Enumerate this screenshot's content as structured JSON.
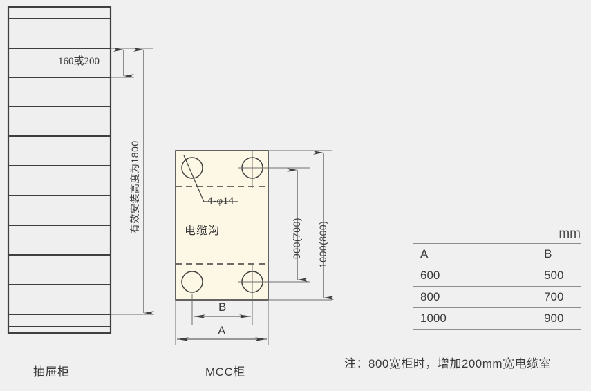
{
  "drawing": {
    "units_label": "mm",
    "drawer_cabinet": {
      "caption": "抽屉柜",
      "module_height_label": "160或200",
      "effective_height_label": "有效安装高度为1800"
    },
    "mcc_cabinet": {
      "caption": "MCC柜",
      "trench_label": "电缆沟",
      "hole_callout": "4-φ14",
      "inner_depth_label": "900(700)",
      "outer_depth_label": "1000(800)",
      "width_inner_label": "B",
      "width_outer_label": "A"
    },
    "table": {
      "units": "mm",
      "headers": [
        "A",
        "B"
      ],
      "rows": [
        [
          "600",
          "500"
        ],
        [
          "800",
          "700"
        ],
        [
          "1000",
          "900"
        ]
      ]
    },
    "note": "注：800宽柜时，增加200mm宽电缆室",
    "colors": {
      "background": "#f0f0f0",
      "line": "#3f3f3f",
      "thin_line": "#6e6e6e",
      "panel_fill": "#fdf8e6",
      "cabinet_fill": "#efefef"
    }
  }
}
